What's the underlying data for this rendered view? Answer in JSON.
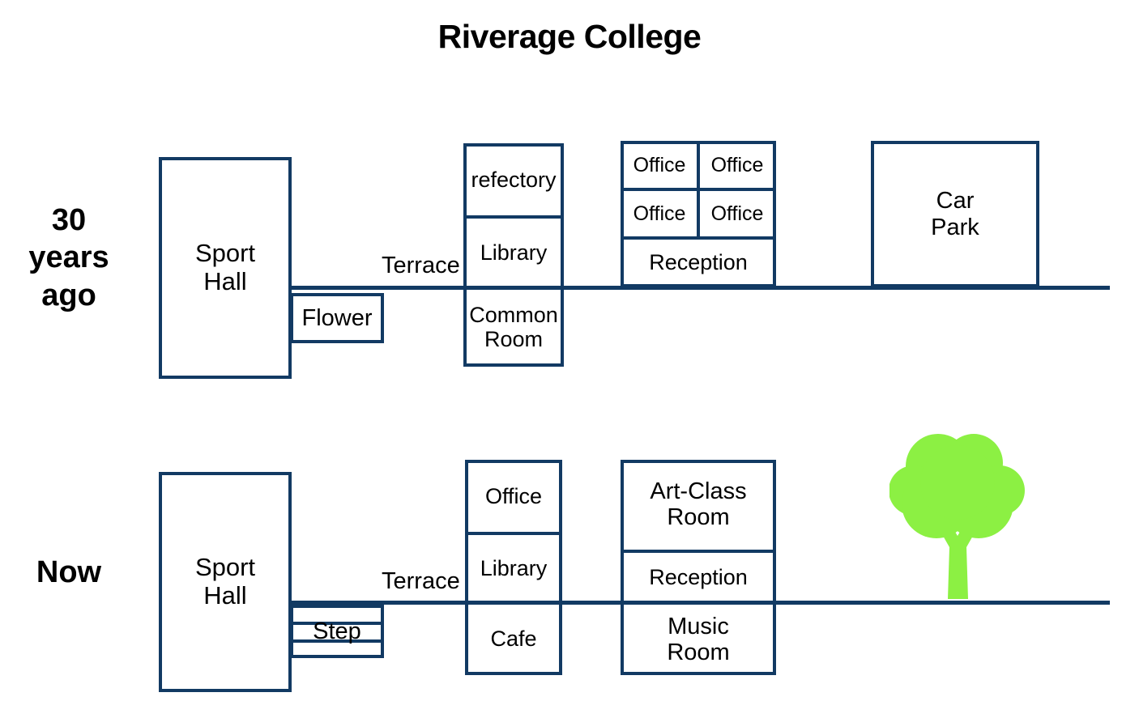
{
  "title": "Riverage College",
  "colors": {
    "outline": "#123A63",
    "tree": "#8CF043",
    "text": "#000000",
    "background": "#ffffff"
  },
  "rows": [
    {
      "id": "past",
      "label": "30\nyears\nago",
      "label_lines": [
        "30",
        "years",
        "ago"
      ],
      "buildings": {
        "sport_hall": "Sport\nHall",
        "sport_hall_lines": [
          "Sport",
          "Hall"
        ],
        "annex": "Flower",
        "terrace": "Terrace",
        "center_block": [
          "refectory",
          "Library",
          "Common\nRoom"
        ],
        "center_block_lines": [
          [
            "refectory"
          ],
          [
            "Library"
          ],
          [
            "Common",
            "Room"
          ]
        ],
        "office_block": {
          "grid": [
            [
              "Office",
              "Office"
            ],
            [
              "Office",
              "Office"
            ]
          ],
          "bottom": "Reception"
        },
        "car_park": "Car\nPark",
        "car_park_lines": [
          "Car",
          "Park"
        ]
      }
    },
    {
      "id": "now",
      "label": "Now",
      "label_lines": [
        "Now"
      ],
      "buildings": {
        "sport_hall": "Sport\nHall",
        "sport_hall_lines": [
          "Sport",
          "Hall"
        ],
        "annex": "Step",
        "terrace": "Terrace",
        "center_block": [
          "Office",
          "Library",
          "Cafe"
        ],
        "center_block_lines": [
          [
            "Office"
          ],
          [
            "Library"
          ],
          [
            "Cafe"
          ]
        ],
        "right_block": [
          "Art-Class\nRoom",
          "Reception",
          "Music\nRoom"
        ],
        "right_block_lines": [
          [
            "Art-Class",
            "Room"
          ],
          [
            "Reception"
          ],
          [
            "Music",
            "Room"
          ]
        ],
        "tree": "tree"
      }
    }
  ]
}
